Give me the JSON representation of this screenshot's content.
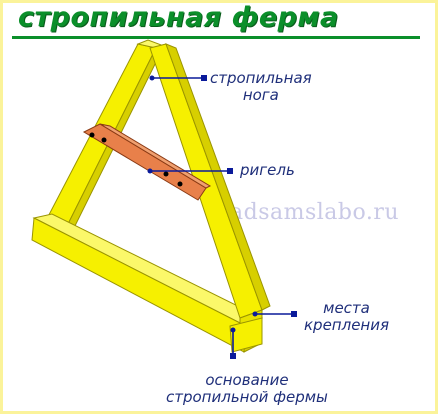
{
  "title": "стропильная ферма",
  "watermark": "adsamslabo.ru",
  "labels": {
    "rafter_leg_line1": "стропильная",
    "rafter_leg_line2": "нога",
    "crossbar": "ригель",
    "joints_line1": "места",
    "joints_line2": "крепления",
    "base_line1": "основание",
    "base_line2": "стропильной фермы"
  },
  "colors": {
    "title": "#0b8f2a",
    "beam_face": "#f6f000",
    "beam_side": "#d7cf00",
    "beam_edge": "#9a9400",
    "crossbar": "#e8804a",
    "label_text": "#1f2f7a",
    "pointer": "#0a1a9a",
    "frame_border": "#fbf39a"
  }
}
